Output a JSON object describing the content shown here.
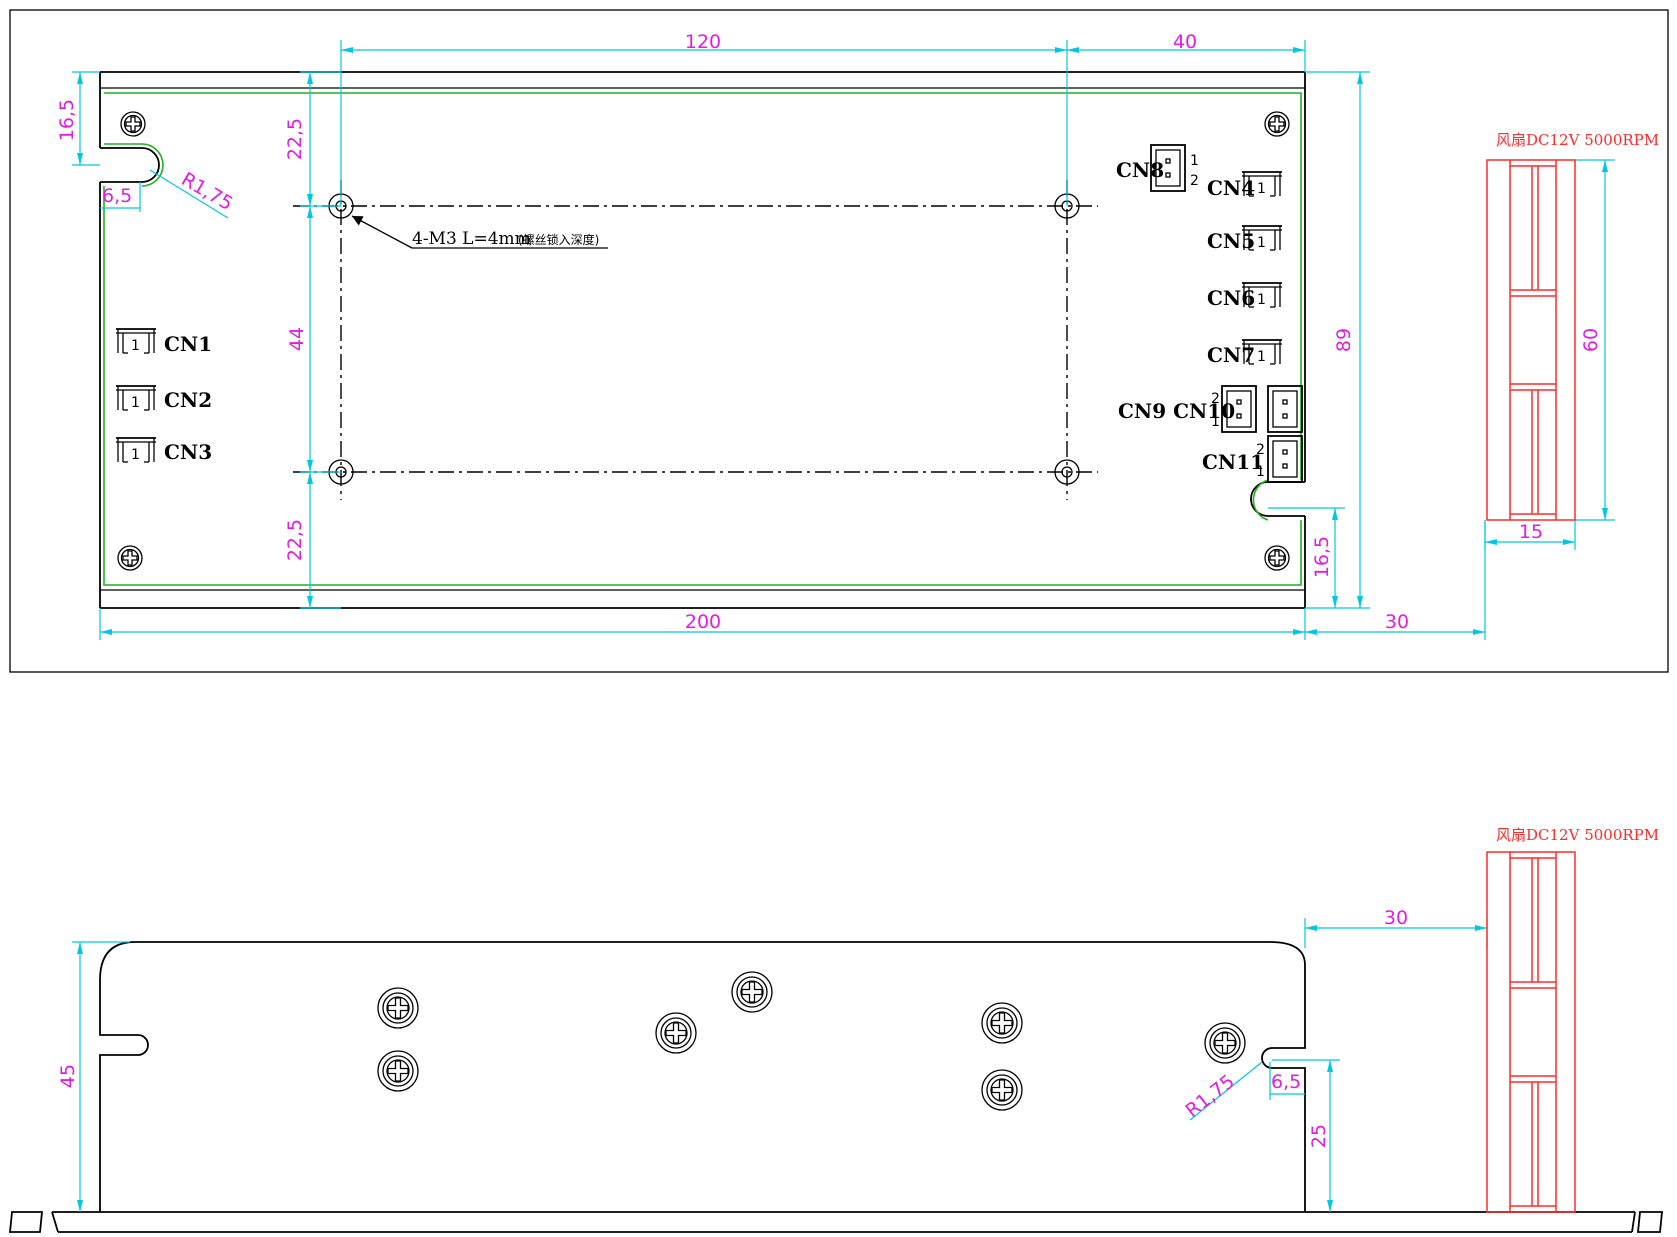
{
  "dimensions": {
    "top_width_120": "120",
    "top_width_40": "40",
    "left_16_5": "16,5",
    "left_22_5_top": "22,5",
    "left_44": "44",
    "left_22_5_bottom": "22,5",
    "slot_width": "6,5",
    "slot_radius": "R1,75",
    "right_height_89": "89",
    "right_16_5": "16,5",
    "bottom_width_200": "200",
    "fan_gap_top": "30",
    "fan_height_60": "60",
    "fan_depth_15": "15",
    "side_height_45": "45",
    "side_fan_gap": "30",
    "side_slot_radius": "R1,75",
    "side_slot_width": "6,5",
    "side_height_25": "25"
  },
  "annotations": {
    "mount_holes": "4-M3  L=4mm",
    "mount_holes_note": "(螺丝锁入深度)"
  },
  "fan": {
    "label_top": "风扇DC12V 5000RPM",
    "label_side": "风扇DC12V 5000RPM"
  },
  "connectors": {
    "cn1": "CN1",
    "cn2": "CN2",
    "cn3": "CN3",
    "cn4": "CN4",
    "cn5": "CN5",
    "cn6": "CN6",
    "cn7": "CN7",
    "cn8": "CN8",
    "cn9_cn10": "CN9 CN10",
    "cn11": "CN11",
    "pin_1": "1",
    "pin_2": "2"
  },
  "colors": {
    "outline": "#000000",
    "dimension_line": "#00c8e0",
    "dimension_text": "#e01ee0",
    "pcb_edge": "#21b021",
    "fan": "#ff2a2a"
  }
}
